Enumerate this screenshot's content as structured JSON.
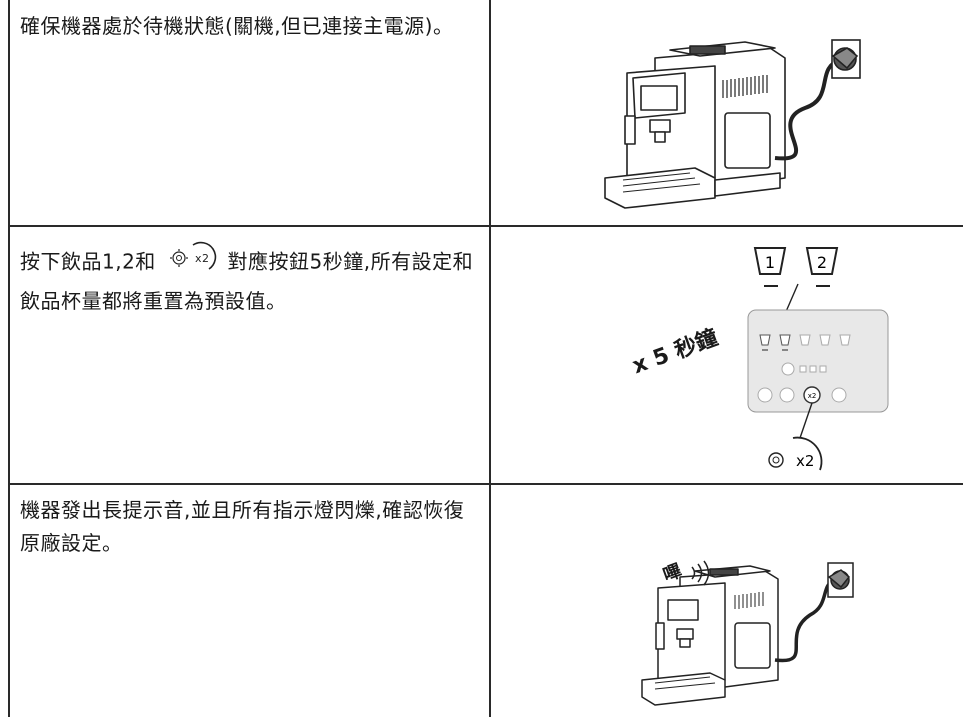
{
  "steps": [
    {
      "text": "確保機器處於待機狀態(關機,但已連接主電源)。"
    },
    {
      "text_before": "按下飲品1,2和",
      "icon_label": "x2",
      "text_after": "對應按鈕5秒鐘,所有設定和飲品杯量都將重置為預設值。",
      "timer_label": "x 5 秒鐘",
      "cup1_label": "1",
      "cup2_label": "2",
      "panel_icon_label": "x2",
      "callout_label": "x2"
    },
    {
      "text": "機器發出長提示音,並且所有指示燈閃爍,確認恢復原廠設定。",
      "beep_label": "嗶"
    }
  ]
}
